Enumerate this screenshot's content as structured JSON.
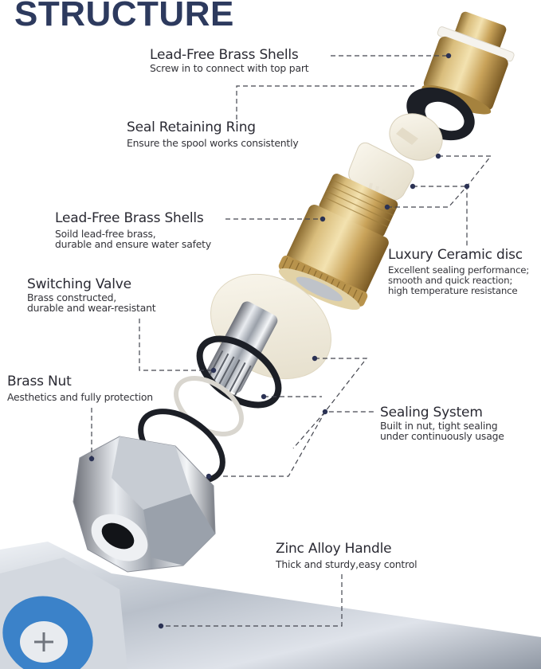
{
  "title": "STRUCTURE",
  "colors": {
    "title": "#2d3a5e",
    "heading": "#2a2a33",
    "leader_line": "#44464f",
    "leader_dot": "#2b3254",
    "brass": "#c9a866",
    "ceramic": "#efe9d9",
    "rubber": "#1c1f26",
    "chrome": "#b8bcc4",
    "handle_cap_blue": "#3b82c9"
  },
  "parts": [
    {
      "id": "lead-free-brass-shells-top",
      "heading": "Lead-Free Brass Shells",
      "description": [
        "Screw in to connect with top part"
      ]
    },
    {
      "id": "seal-retaining-ring",
      "heading": "Seal Retaining Ring",
      "description": [
        "Ensure the spool works consistently"
      ]
    },
    {
      "id": "lead-free-brass-shells-middle",
      "heading": "Lead-Free Brass Shells",
      "description": [
        "Soild lead-free brass,",
        "durable and ensure water safety"
      ]
    },
    {
      "id": "luxury-ceramic-disc",
      "heading": "Luxury Ceramic disc",
      "description": [
        "Excellent sealing performance;",
        "smooth and quick reaction;",
        "high temperature resistance"
      ]
    },
    {
      "id": "switching-valve",
      "heading": "Switching Valve",
      "description": [
        "Brass constructed,",
        "durable and wear-resistant"
      ]
    },
    {
      "id": "brass-nut",
      "heading": "Brass Nut",
      "description": [
        "Aesthetics and fully protection"
      ]
    },
    {
      "id": "sealing-system",
      "heading": "Sealing System",
      "description": [
        "Built in nut, tight sealing",
        "under continuously usage"
      ]
    },
    {
      "id": "zinc-alloy-handle",
      "heading": "Zinc Alloy Handle",
      "description": [
        "Thick and sturdy,easy control"
      ]
    }
  ]
}
